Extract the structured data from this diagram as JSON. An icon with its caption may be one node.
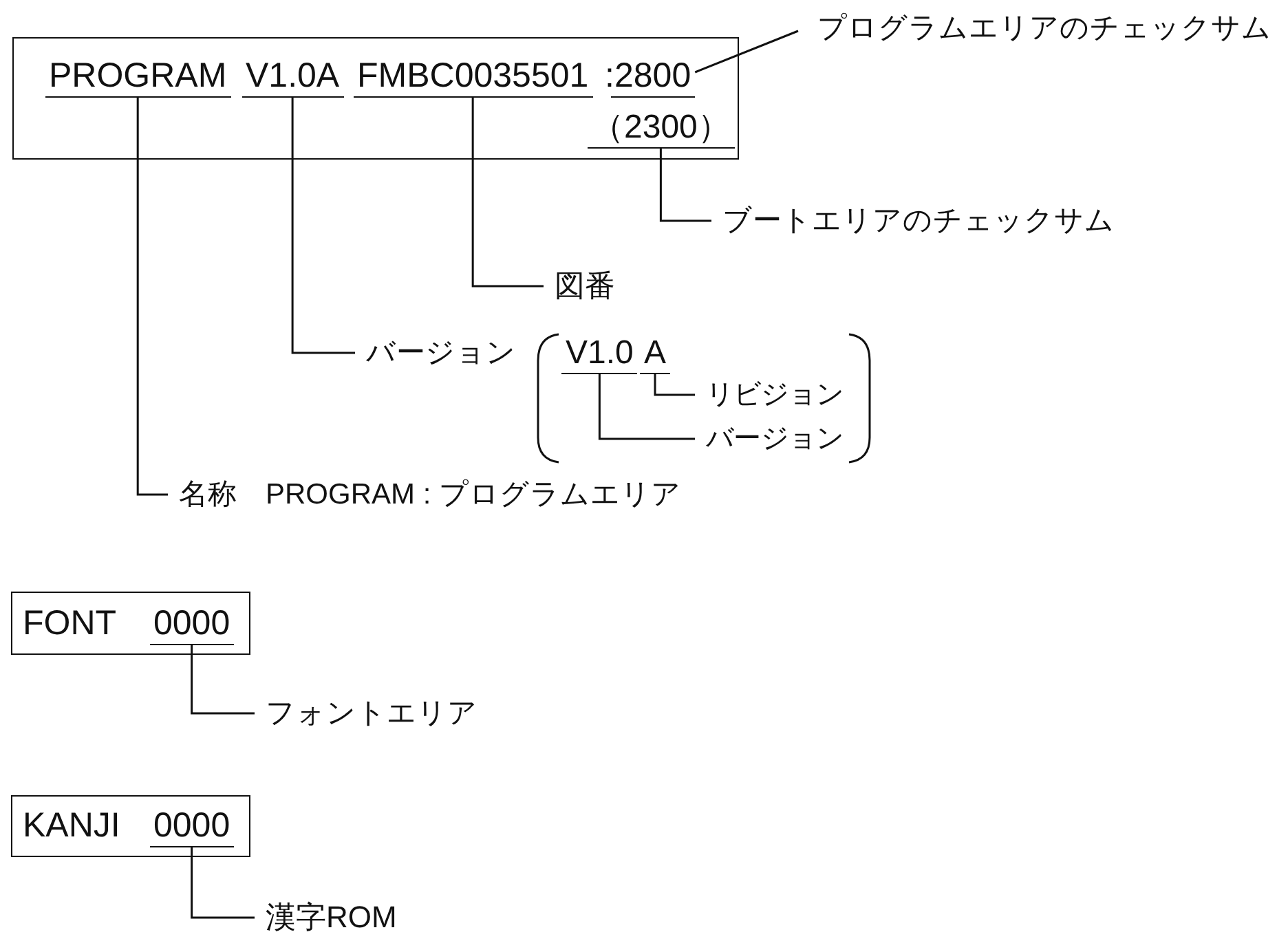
{
  "diagram": {
    "nodes": [
      {
        "text": [],
        "shape": "box"
      },
      {
        "text": [
          "PROGRAM"
        ],
        "in": 0
      },
      {
        "text": [
          "V1.0A"
        ],
        "in": 0
      },
      {
        "text": [
          "FMBC0035501"
        ],
        "in": 0
      },
      {
        "text": [
          "2800"
        ],
        "in": 0
      },
      {
        "text": [
          "（2300）"
        ],
        "in": 0
      },
      {
        "text": [
          "プログラムエリアのチェックサム"
        ]
      },
      {
        "text": [
          "ブートエリアのチェックサム"
        ]
      },
      {
        "text": [
          "図番"
        ]
      },
      {
        "text": [
          "バージョン"
        ]
      },
      {
        "text": [
          "名称　PROGRAM : プログラムエリア"
        ]
      },
      {
        "text": [
          "V1.0"
        ]
      },
      {
        "text": [
          "A"
        ]
      },
      {
        "text": [
          "リビジョン"
        ]
      },
      {
        "text": [
          "バージョン"
        ]
      },
      {
        "text": [],
        "shape": "box"
      },
      {
        "text": [
          "FONT"
        ],
        "in": 15
      },
      {
        "text": [
          "0000"
        ],
        "in": 15
      },
      {
        "text": [
          "フォントエリア"
        ]
      },
      {
        "text": [],
        "shape": "box"
      },
      {
        "text": [
          "KANJI"
        ],
        "in": 19
      },
      {
        "text": [
          "0000"
        ],
        "in": 19
      },
      {
        "text": [
          "漢字ROM"
        ]
      }
    ],
    "edges": [
      {
        "from": 6,
        "to": 4,
        "arrow": "none"
      },
      {
        "from": 7,
        "to": 5,
        "arrow": "none"
      },
      {
        "from": 8,
        "to": 3,
        "arrow": "none"
      },
      {
        "from": 9,
        "to": 2,
        "arrow": "none"
      },
      {
        "from": 13,
        "to": 12,
        "arrow": "none"
      },
      {
        "from": 14,
        "to": 11,
        "arrow": "none"
      },
      {
        "from": 10,
        "to": 1,
        "arrow": "none"
      },
      {
        "from": 18,
        "to": 17,
        "arrow": "none"
      },
      {
        "from": 22,
        "to": 21,
        "arrow": "none"
      }
    ],
    "labels": [
      ":"
    ]
  }
}
